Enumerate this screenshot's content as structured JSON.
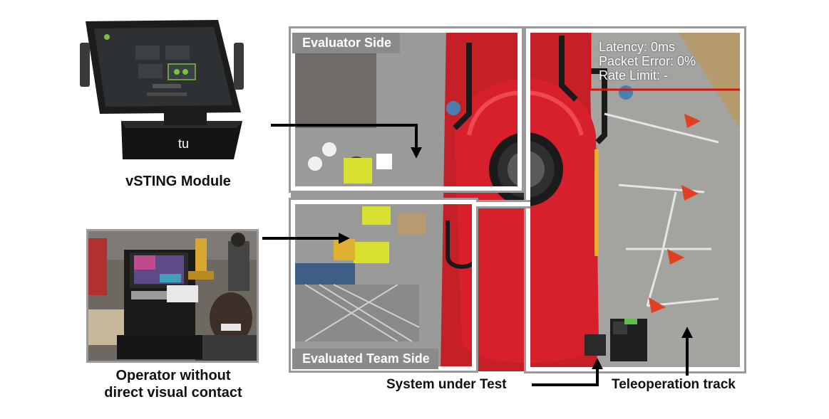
{
  "captions": {
    "vsting_module": "vSTING Module",
    "operator_line1": "Operator without",
    "operator_line2": "direct visual contact",
    "system_under_test": "System under Test",
    "teleoperation_track": "Teleoperation track"
  },
  "panels": {
    "evaluator_side": "Evaluator Side",
    "evaluated_team_side": "Evaluated Team Side"
  },
  "overlay": {
    "latency": "Latency: 0ms",
    "packet_error": "Packet Error: 0%",
    "rate_limit": "Rate Limit: -"
  },
  "tablet": {
    "logo_text": "tu"
  },
  "colors": {
    "tank_red": "#d8202c",
    "floor_gray": "#9a9a98",
    "panel_border": "#9a9a9a",
    "overlay_line": "#e01010"
  }
}
